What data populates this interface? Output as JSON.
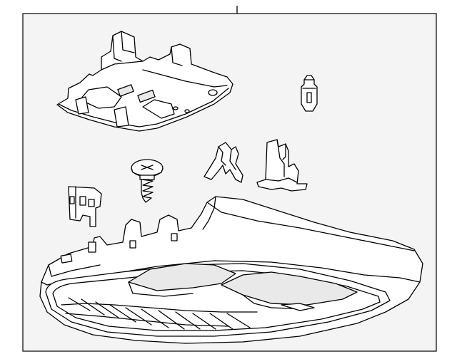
{
  "diagram": {
    "callouts": [
      {
        "id": "main-assembly-callout",
        "label": ""
      }
    ],
    "colors": {
      "background": "#ffffff",
      "frame": "#f4f4f4",
      "line": "#000000"
    },
    "parts": [
      {
        "name": "upper-housing-bracket"
      },
      {
        "name": "bulb"
      },
      {
        "name": "screw"
      },
      {
        "name": "clip-left"
      },
      {
        "name": "clip-right"
      },
      {
        "name": "retainer-clip"
      },
      {
        "name": "overhead-console-lamp-assembly"
      }
    ]
  }
}
